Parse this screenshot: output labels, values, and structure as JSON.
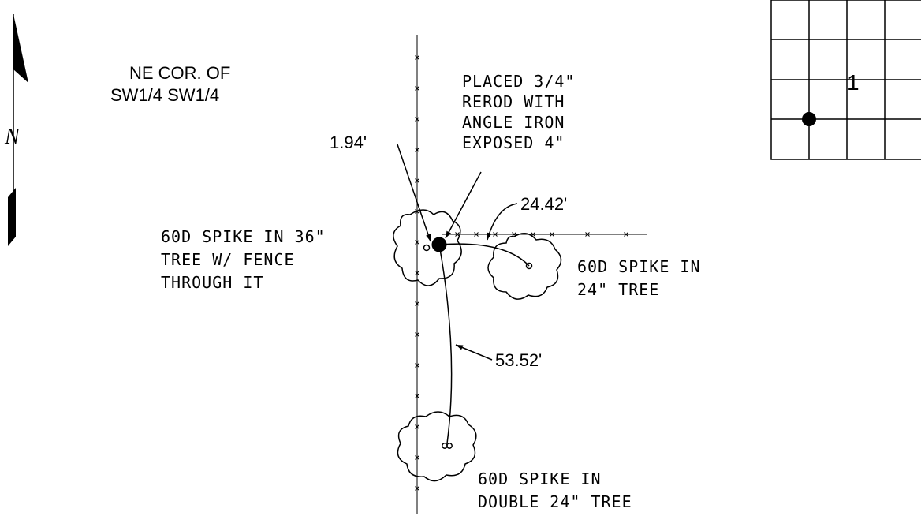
{
  "north_arrow": {
    "label": "N"
  },
  "corner_label": {
    "line1": "NE COR. OF",
    "line2": "SW1/4 SW1/4"
  },
  "monument_note": {
    "lines": [
      "PLACED 3/4\"",
      "REROD WITH",
      "ANGLE IRON",
      "EXPOSED 4\""
    ]
  },
  "distances": {
    "d1": "1.94'",
    "d2": "24.42'",
    "d3": "53.52'"
  },
  "accessory_36": {
    "lines": [
      "60D SPIKE IN 36\"",
      "TREE W/ FENCE",
      "THROUGH IT"
    ]
  },
  "accessory_24": {
    "lines": [
      "60D SPIKE IN",
      "24\" TREE"
    ]
  },
  "accessory_double": {
    "lines": [
      "60D SPIKE IN",
      "DOUBLE 24\" TREE"
    ]
  },
  "section_key": {
    "number": "1"
  },
  "colors": {
    "ink": "#000000",
    "paper": "#ffffff"
  }
}
